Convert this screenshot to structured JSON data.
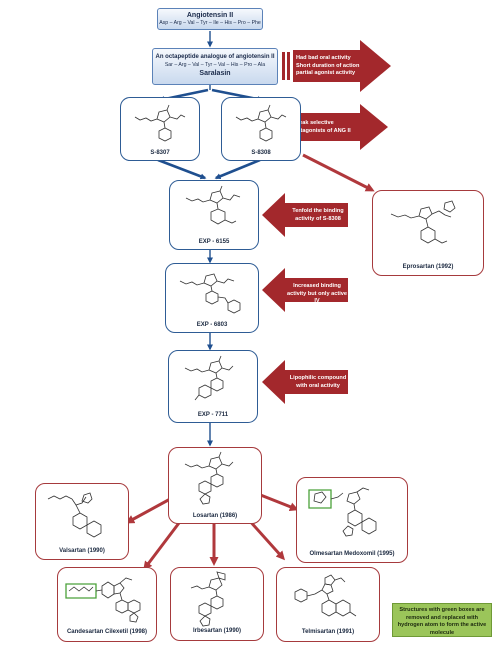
{
  "angiotensin": {
    "title": "Angiotensin II",
    "sequence": "Asp – Arg – Val – Tyr – Ile – His – Pro – Phe"
  },
  "saralasin": {
    "title": "An octapeptide analogue of angiotensin II",
    "sequence": "Sar – Arg – Val – Tyr – Val – His – Pro – Ala",
    "name": "Saralasin"
  },
  "notes": {
    "saralasin_list": [
      "Had bad oral activity",
      "Short duration of action",
      "partial agonist activity"
    ],
    "weak": "Weak selective antagonists of ANG II",
    "tenfold": "Tenfold the binding activity of S-8308",
    "increased": "Increased binding activity but only active IV",
    "lipophilic": "Lipophilic compound with oral activity"
  },
  "compounds": {
    "s8307": "S-8307",
    "s8308": "S-8308",
    "exp6155": "EXP - 6155",
    "exp6803": "EXP - 6803",
    "exp7711": "EXP - 7711",
    "eprosartan": "Eprosartan (1992)",
    "losartan": "Losartan (1986)",
    "valsartan": "Valsartan (1990)",
    "olmesartan": "Olmesartan Medoxomil (1995)",
    "candesartan": "Candesartan Cilexetil (1998)",
    "irbesartan": "Irbesartan (1990)",
    "telmisartan": "Telmisartan (1991)"
  },
  "legend": "Structures with green boxes are removed and replaced with hydrogen atom to form the active molecule",
  "colors": {
    "blue_border": "#2e5c95",
    "red_border": "#a63a3d",
    "arrow_blue": "#1f4f8f",
    "arrow_red": "#b0383c",
    "note_red": "#a3282c",
    "legend_green": "#9bc55a"
  }
}
